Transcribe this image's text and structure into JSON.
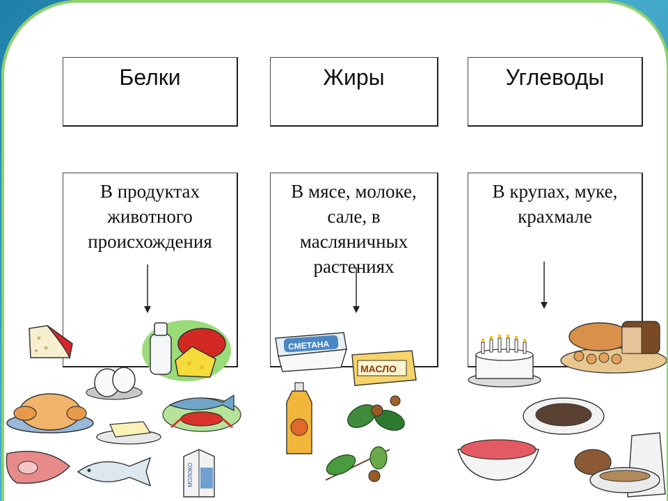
{
  "columns": [
    {
      "heading": "Белки",
      "description": "В продуктах животного происхождения"
    },
    {
      "heading": "Жиры",
      "description": "В мясе, молоке, сале, в масляничных растениях"
    },
    {
      "heading": "Углеводы",
      "description": "В крупах, муке, крахмале"
    }
  ],
  "package_labels": {
    "smetana": "СМЕТАНА",
    "maslo": "МАСЛО",
    "moloko": "МОЛОКО"
  },
  "colors": {
    "frame_green": "#8fd16a",
    "background_blue": "#2a8fb8"
  }
}
